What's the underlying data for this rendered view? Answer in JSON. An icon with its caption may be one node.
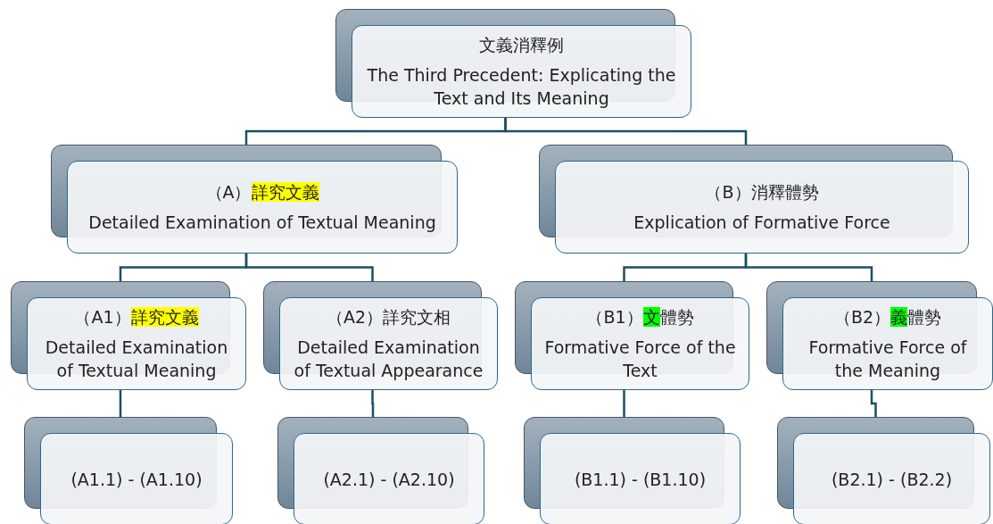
{
  "diagram": {
    "nodes": [
      {
        "text": [
          "文義消釋例",
          "The Third Precedent: Explicating the Text and Its Meaning"
        ]
      },
      {
        "text": [
          "（A）",
          "詳究文義",
          "Detailed Examination of Textual Meaning"
        ]
      },
      {
        "text": [
          "（B）消釋體勢",
          "Explication of Formative Force"
        ]
      },
      {
        "text": [
          "（A1）",
          "詳究文義",
          "Detailed Examination of Textual Meaning"
        ]
      },
      {
        "text": [
          "（A2）詳究文相",
          "Detailed Examination of Textual Appearance"
        ]
      },
      {
        "text": [
          "（B1）",
          "文",
          "體勢",
          "Formative Force of the Text"
        ]
      },
      {
        "text": [
          "（B2）",
          "義",
          "體勢",
          "Formative Force of the Meaning"
        ]
      },
      {
        "text": [
          "(A1.1) - (A1.10)"
        ]
      },
      {
        "text": [
          "(A2.1) - (A2.10)"
        ]
      },
      {
        "text": [
          "(B1.1) - (B1.10)"
        ]
      },
      {
        "text": [
          "(B2.1) - (B2.2)"
        ]
      }
    ],
    "edges": [
      {
        "from": 0,
        "to": 1,
        "arrow": "none"
      },
      {
        "from": 0,
        "to": 2,
        "arrow": "none"
      },
      {
        "from": 1,
        "to": 3,
        "arrow": "none"
      },
      {
        "from": 1,
        "to": 4,
        "arrow": "none"
      },
      {
        "from": 2,
        "to": 5,
        "arrow": "none"
      },
      {
        "from": 2,
        "to": 6,
        "arrow": "none"
      },
      {
        "from": 3,
        "to": 7,
        "arrow": "none"
      },
      {
        "from": 4,
        "to": 8,
        "arrow": "none"
      },
      {
        "from": 5,
        "to": 9,
        "arrow": "none"
      },
      {
        "from": 6,
        "to": 10,
        "arrow": "none"
      }
    ]
  }
}
